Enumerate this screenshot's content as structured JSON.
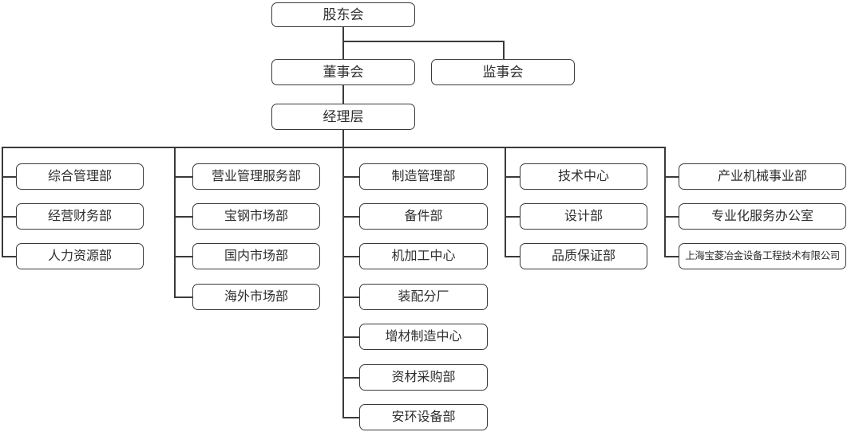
{
  "org_chart": {
    "top": {
      "shareholders": "股东会",
      "board": "董事会",
      "supervisory": "监事会",
      "management": "经理层"
    },
    "groups": [
      {
        "items": [
          "综合管理部",
          "经营财务部",
          "人力资源部"
        ]
      },
      {
        "items": [
          "营业管理服务部",
          "宝钢市场部",
          "国内市场部",
          "海外市场部"
        ]
      },
      {
        "items": [
          "制造管理部",
          "备件部",
          "机加工中心",
          "装配分厂",
          "增材制造中心",
          "资材采购部",
          "安环设备部"
        ]
      },
      {
        "items": [
          "技术中心",
          "设计部",
          "品质保证部"
        ]
      },
      {
        "items": [
          "产业机械事业部",
          "专业化服务办公室",
          "上海宝菱冶金设备工程技术有限公司"
        ]
      }
    ],
    "colors": {
      "line": "#3a3a3a",
      "text": "#2e2e2e",
      "background": "#ffffff"
    }
  }
}
